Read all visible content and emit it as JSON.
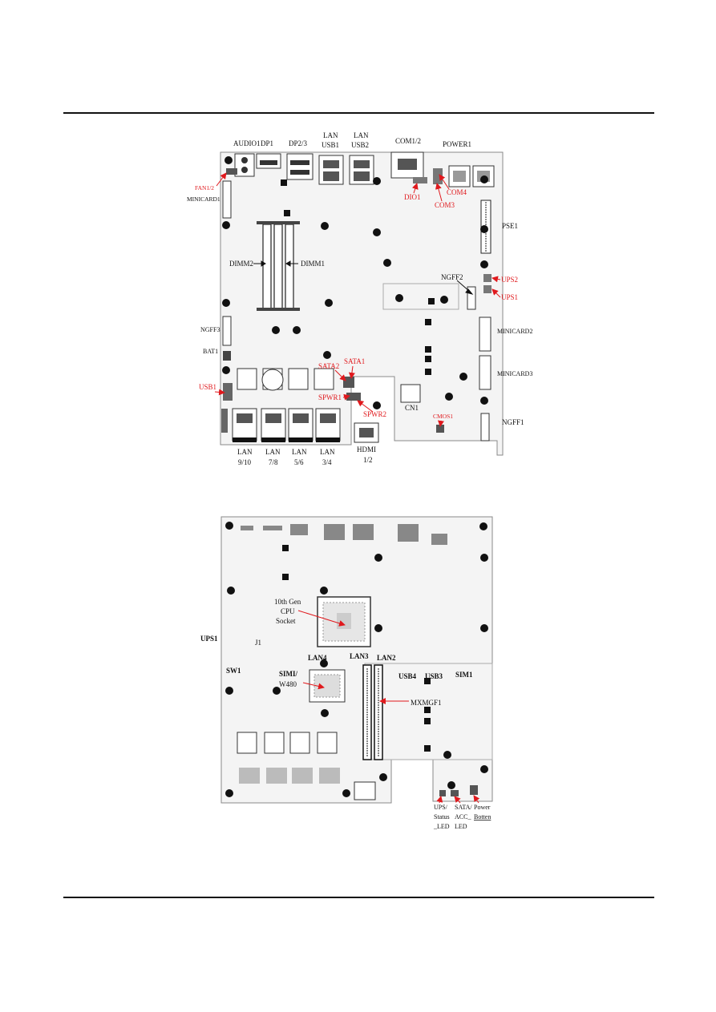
{
  "colors": {
    "board_fill": "#f4f4f4",
    "board_stroke": "#8a8a8a",
    "component": "#111111",
    "callout_red": "#e0191d",
    "label_black": "#111111"
  },
  "top_view": {
    "board_labels": {
      "AUDIO1": "AUDIO1",
      "DP1": "DP1",
      "DP23": "DP2/3",
      "LAN_USB1_line1": "LAN",
      "LAN_USB1_line2": "USB1",
      "LAN_USB2_line1": "LAN",
      "LAN_USB2_line2": "USB2",
      "COM12": "COM1/2",
      "POWER1": "POWER1",
      "MINICARD1": "MINICARD1",
      "PSE1": "PSE1",
      "DIMM2": "DIMM2",
      "DIMM1": "DIMM1",
      "NGFF2": "NGFF2",
      "NGFF3": "NGFF3",
      "MINICARD2": "MINICARD2",
      "BAT1": "BAT1",
      "MINICARD3": "MINICARD3",
      "CN1": "CN1",
      "NGFF1": "NGFF1",
      "LAN910_a": "LAN",
      "LAN910_b": "9/10",
      "LAN78_a": "LAN",
      "LAN78_b": "7/8",
      "LAN56_a": "LAN",
      "LAN56_b": "5/6",
      "LAN34_a": "LAN",
      "LAN34_b": "3/4",
      "HDMI_a": "HDMI",
      "HDMI_b": "1/2"
    },
    "callouts": {
      "FAN12": "FAN1/2",
      "DIO1": "DIO1",
      "COM4": "COM4",
      "COM3": "COM3",
      "UPS2": "UPS2",
      "UPS1": "UPS1",
      "SATA2": "SATA2",
      "SATA1": "SATA1",
      "USB1": "USB1",
      "SPWR1": "SPWR1",
      "SPWR2": "SPWR2",
      "CMOS1": "CMOS1"
    }
  },
  "bottom_view": {
    "labels": {
      "CPU_1": "10th Gen",
      "CPU_2": "CPU",
      "CPU_3": "Socket",
      "UPS1": "UPS1",
      "J1": "J1",
      "SW1": "SW1",
      "LAN4": "LAN4",
      "LAN3": "LAN3",
      "LAN2": "LAN2",
      "SIMI1": "SIMI/",
      "SIMI2": "W480",
      "USB4": "USB4",
      "USB3": "USB3",
      "SIM1": "SIM1",
      "MXMGF1": "MXMGF1",
      "UPSLED_1": "UPS/",
      "UPSLED_2": "Status",
      "UPSLED_3": "_LED",
      "SATALED_1": "SATA/",
      "SATALED_2": "ACC_",
      "SATALED_3": "LED",
      "POWER_1": "Power",
      "POWER_2": "Botten"
    }
  }
}
